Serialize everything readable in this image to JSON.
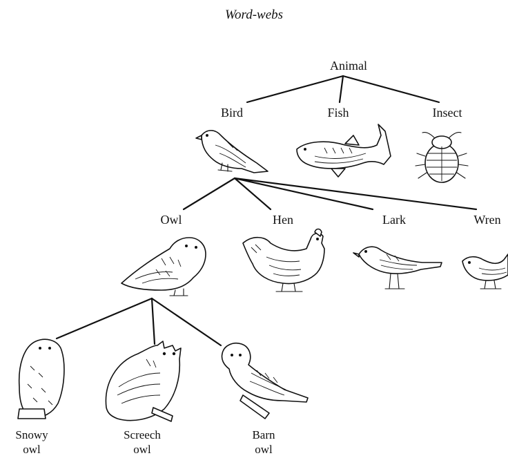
{
  "title": "Word-webs",
  "tree": {
    "root": "Animal",
    "level1": [
      "Bird",
      "Fish",
      "Insect"
    ],
    "level2": [
      "Owl",
      "Hen",
      "Lark",
      "Wren"
    ],
    "level3": [
      {
        "line1": "Snowy",
        "line2": "owl"
      },
      {
        "line1": "Screech",
        "line2": "owl"
      },
      {
        "line1": "Barn",
        "line2": "owl"
      }
    ]
  }
}
